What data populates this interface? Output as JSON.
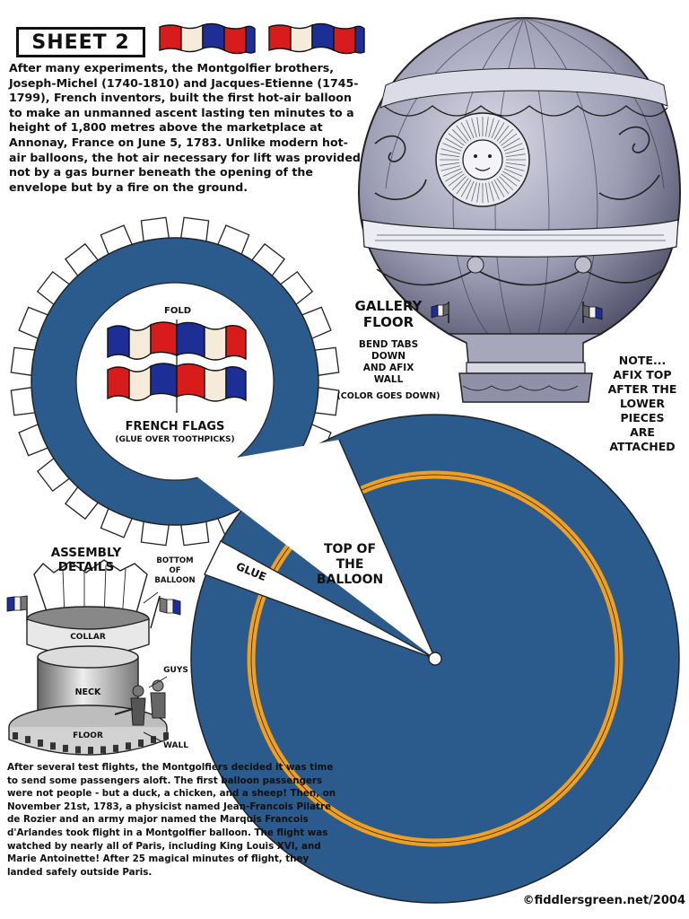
{
  "header": {
    "sheet_label": "SHEET 2"
  },
  "intro_text": "After many experiments, the Montgolfier brothers, Joseph-Michel (1740-1810) and Jacques-Etienne (1745-1799), French inventors, built the first hot-air balloon to make an unmanned ascent lasting ten minutes to a height of 1,800 metres above the marketplace at Annonay, France on June 5, 1783. Unlike modern hot-air balloons, the hot air necessary for lift was provided not by a gas burner beneath the opening of the envelope but by a fire on the ground.",
  "gallery": {
    "fold_label": "FOLD",
    "flags_label": "FRENCH FLAGS",
    "flags_note": "(GLUE OVER TOOTHPICKS)",
    "title_line1": "GALLERY",
    "title_line2": "FLOOR",
    "instruction_line1": "BEND TABS",
    "instruction_line2": "DOWN",
    "instruction_line3": "AND AFIX",
    "instruction_line4": "WALL",
    "instruction_line5": "(COLOR GOES DOWN)"
  },
  "note": {
    "line1": "NOTE...",
    "line2": "AFIX TOP",
    "line3": "AFTER THE",
    "line4": "LOWER",
    "line5": "PIECES",
    "line6": "ARE",
    "line7": "ATTACHED"
  },
  "top_piece": {
    "label_line1": "TOP OF",
    "label_line2": "THE",
    "label_line3": "BALLOON",
    "glue_label": "GLUE"
  },
  "assembly": {
    "title_line1": "ASSEMBLY",
    "title_line2": "DETAILS",
    "bottom_line1": "BOTTOM",
    "bottom_line2": "OF",
    "bottom_line3": "BALLOON",
    "collar": "COLLAR",
    "neck": "NECK",
    "floor": "FLOOR",
    "guys": "GUYS",
    "wall": "WALL"
  },
  "story_text": "After several test flights, the Montgolfiers decided it was time to send some passengers aloft. The first balloon passengers were not people - but a duck, a chicken, and a sheep! Then, on November 21st, 1783, a physicist named Jean-Francois Pilatre de Rozier and an army major named the Marquis Francois d'Arlandes took flight in a Montgolfier balloon. The flight was watched by nearly all of Paris, including King Louis XVI, and Marie Antoinette! After 25 magical minutes of flight, they landed safely outside Paris.",
  "copyright": "©fiddlersgreen.net/2004",
  "colors": {
    "ring_blue": "#2b5b8c",
    "accent_orange": "#f0a020",
    "flag_blue": "#1d2f96",
    "flag_red": "#d81c1c",
    "balloon_grey": "#8a8aa2"
  },
  "icons": [
    "french-flag-icon",
    "hot-air-balloon-illustration",
    "assembly-diagram"
  ]
}
